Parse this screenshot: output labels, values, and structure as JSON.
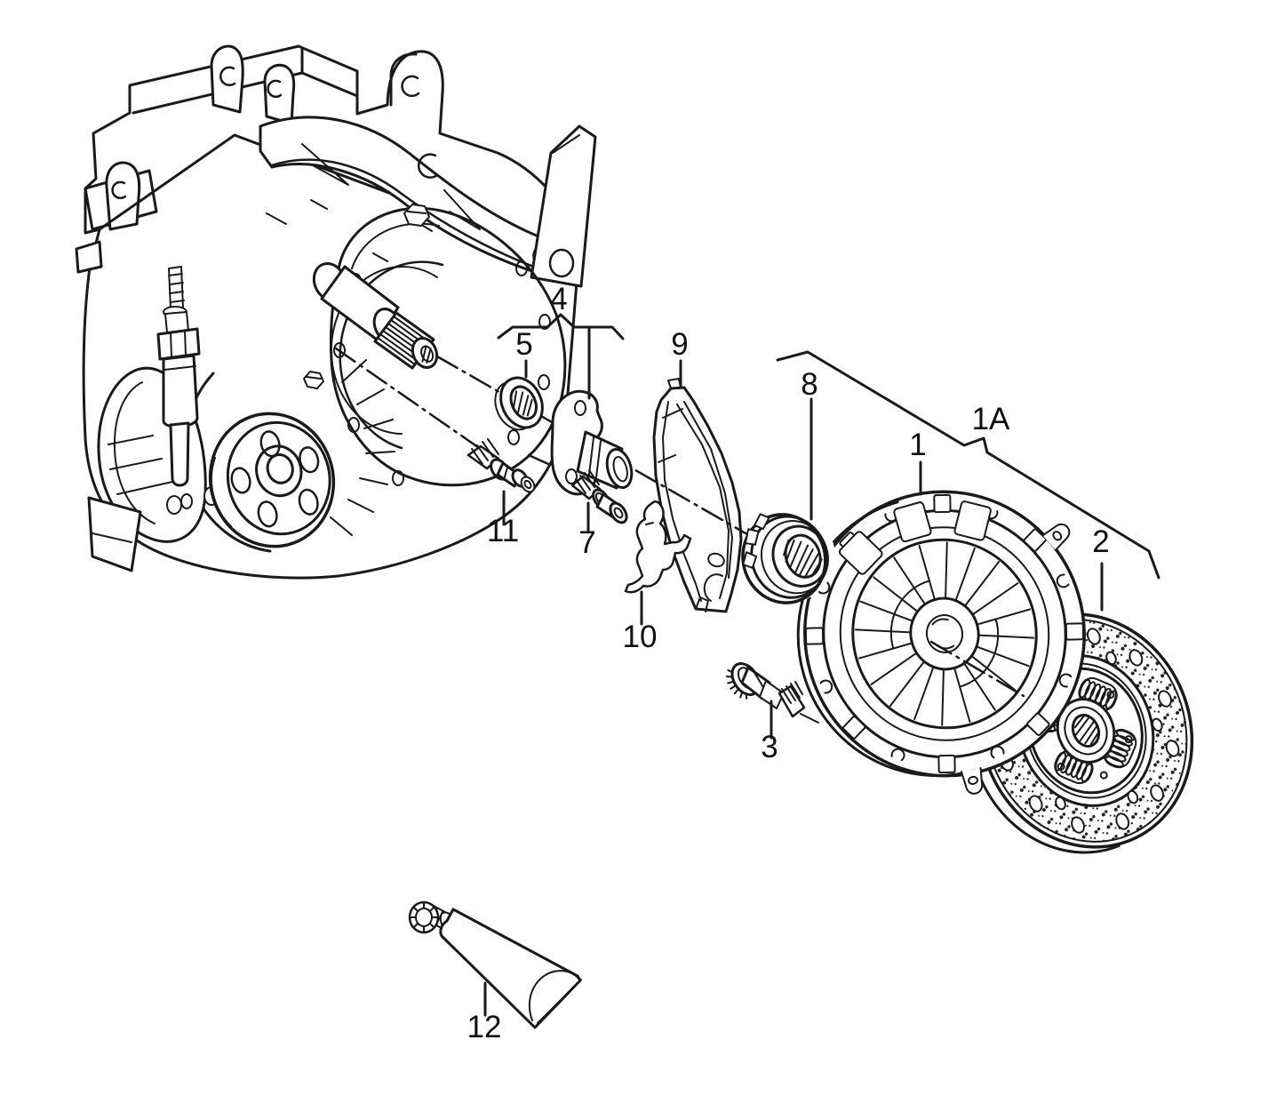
{
  "diagram": {
    "background_color": "#ffffff",
    "line_color": "#1a1a1a",
    "callouts": [
      {
        "label": "1"
      },
      {
        "label": "1A"
      },
      {
        "label": "2"
      },
      {
        "label": "3"
      },
      {
        "label": "4"
      },
      {
        "label": "5"
      },
      {
        "label": "7"
      },
      {
        "label": "8"
      },
      {
        "label": "9"
      },
      {
        "label": "10"
      },
      {
        "label": "11"
      },
      {
        "label": "12"
      }
    ]
  }
}
